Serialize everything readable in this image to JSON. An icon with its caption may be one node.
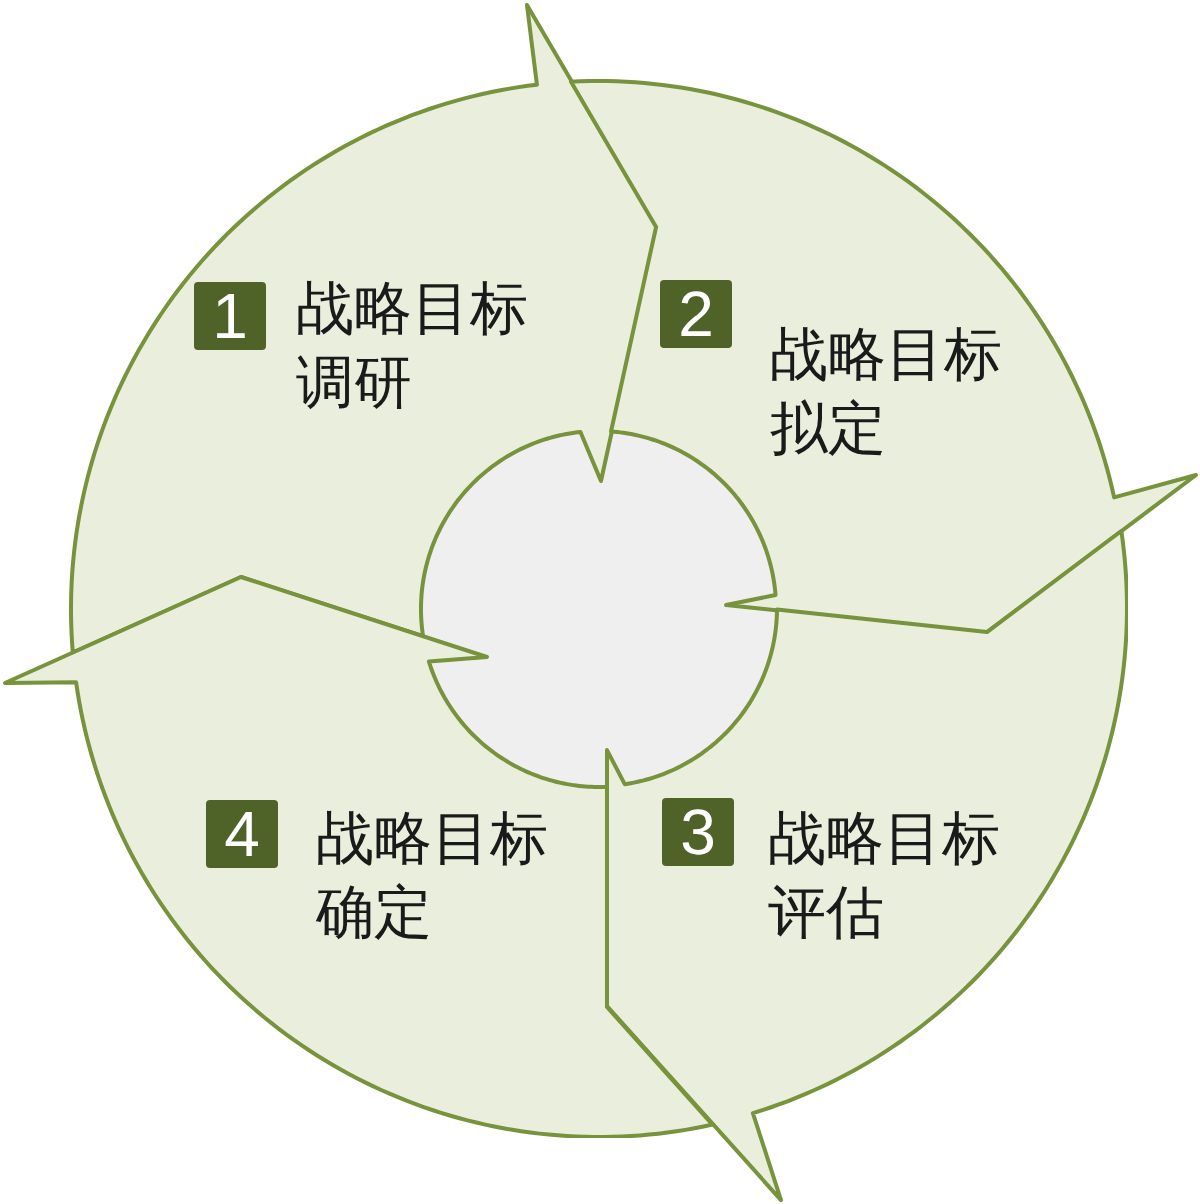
{
  "diagram": {
    "nodes": [
      {
        "text": [
          "战略目标调研"
        ]
      },
      {
        "text": [
          "1"
        ],
        "in": 0
      },
      {
        "text": [
          "战略目标拟定"
        ]
      },
      {
        "text": [
          "2"
        ],
        "in": 2
      },
      {
        "text": [
          "战略目标评估"
        ]
      },
      {
        "text": [
          "3"
        ],
        "in": 4
      },
      {
        "text": [
          "战略目标确定"
        ]
      },
      {
        "text": [
          "4"
        ],
        "in": 6
      },
      {
        "text": [],
        "shape": "circle"
      }
    ]
  }
}
